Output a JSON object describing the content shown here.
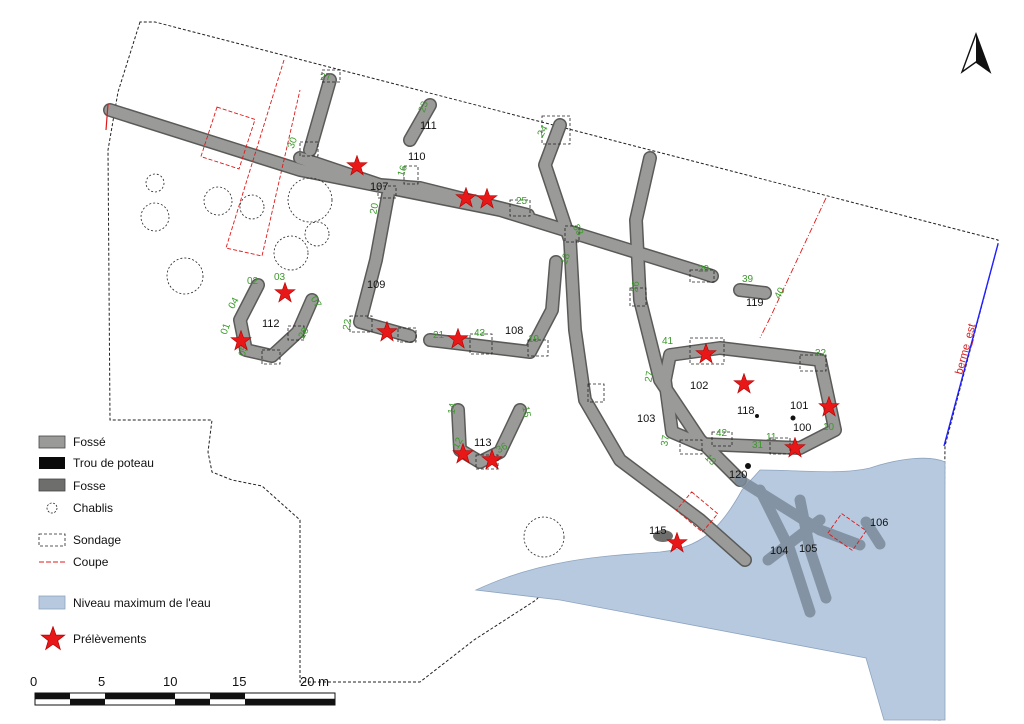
{
  "legend": {
    "items": [
      {
        "key": "fosse_ditch",
        "label": "Fossé"
      },
      {
        "key": "posthole",
        "label": "Trou de poteau"
      },
      {
        "key": "pit",
        "label": "Fosse"
      },
      {
        "key": "treefall",
        "label": "Chablis"
      },
      {
        "key": "sondage",
        "label": "Sondage"
      },
      {
        "key": "coupe",
        "label": "Coupe"
      },
      {
        "key": "water",
        "label": "Niveau maximum de l'eau"
      },
      {
        "key": "sample",
        "label": "Prélèvements"
      }
    ]
  },
  "scale_bar": {
    "ticks": [
      "0",
      "5",
      "10",
      "15",
      "20 m"
    ]
  },
  "berme_label": "berme_est",
  "colors": {
    "ditch": "#9a9a98",
    "ditch_stroke": "#5a5a58",
    "pit": "#6e6e6c",
    "water": "#b7c9df",
    "coupe": "#e01818",
    "star": "#e81818",
    "green_label": "#3a9a2a",
    "berme_line": "#2020ff"
  },
  "features": {
    "structures": [
      "107",
      "110",
      "111",
      "109",
      "108",
      "112",
      "113",
      "102",
      "103",
      "118",
      "101",
      "100",
      "119",
      "120",
      "115",
      "104",
      "105",
      "106"
    ],
    "sections": [
      "27",
      "23",
      "30",
      "16",
      "24",
      "20",
      "25",
      "38",
      "29",
      "39",
      "40",
      "18",
      "26",
      "02",
      "03",
      "04",
      "07",
      "01",
      "05",
      "28",
      "22",
      "21",
      "43",
      "19",
      "41",
      "27",
      "42",
      "11",
      "37",
      "10",
      "32",
      "14",
      "15",
      "12",
      "36",
      "13"
    ]
  },
  "north_arrow": "north-arrow"
}
